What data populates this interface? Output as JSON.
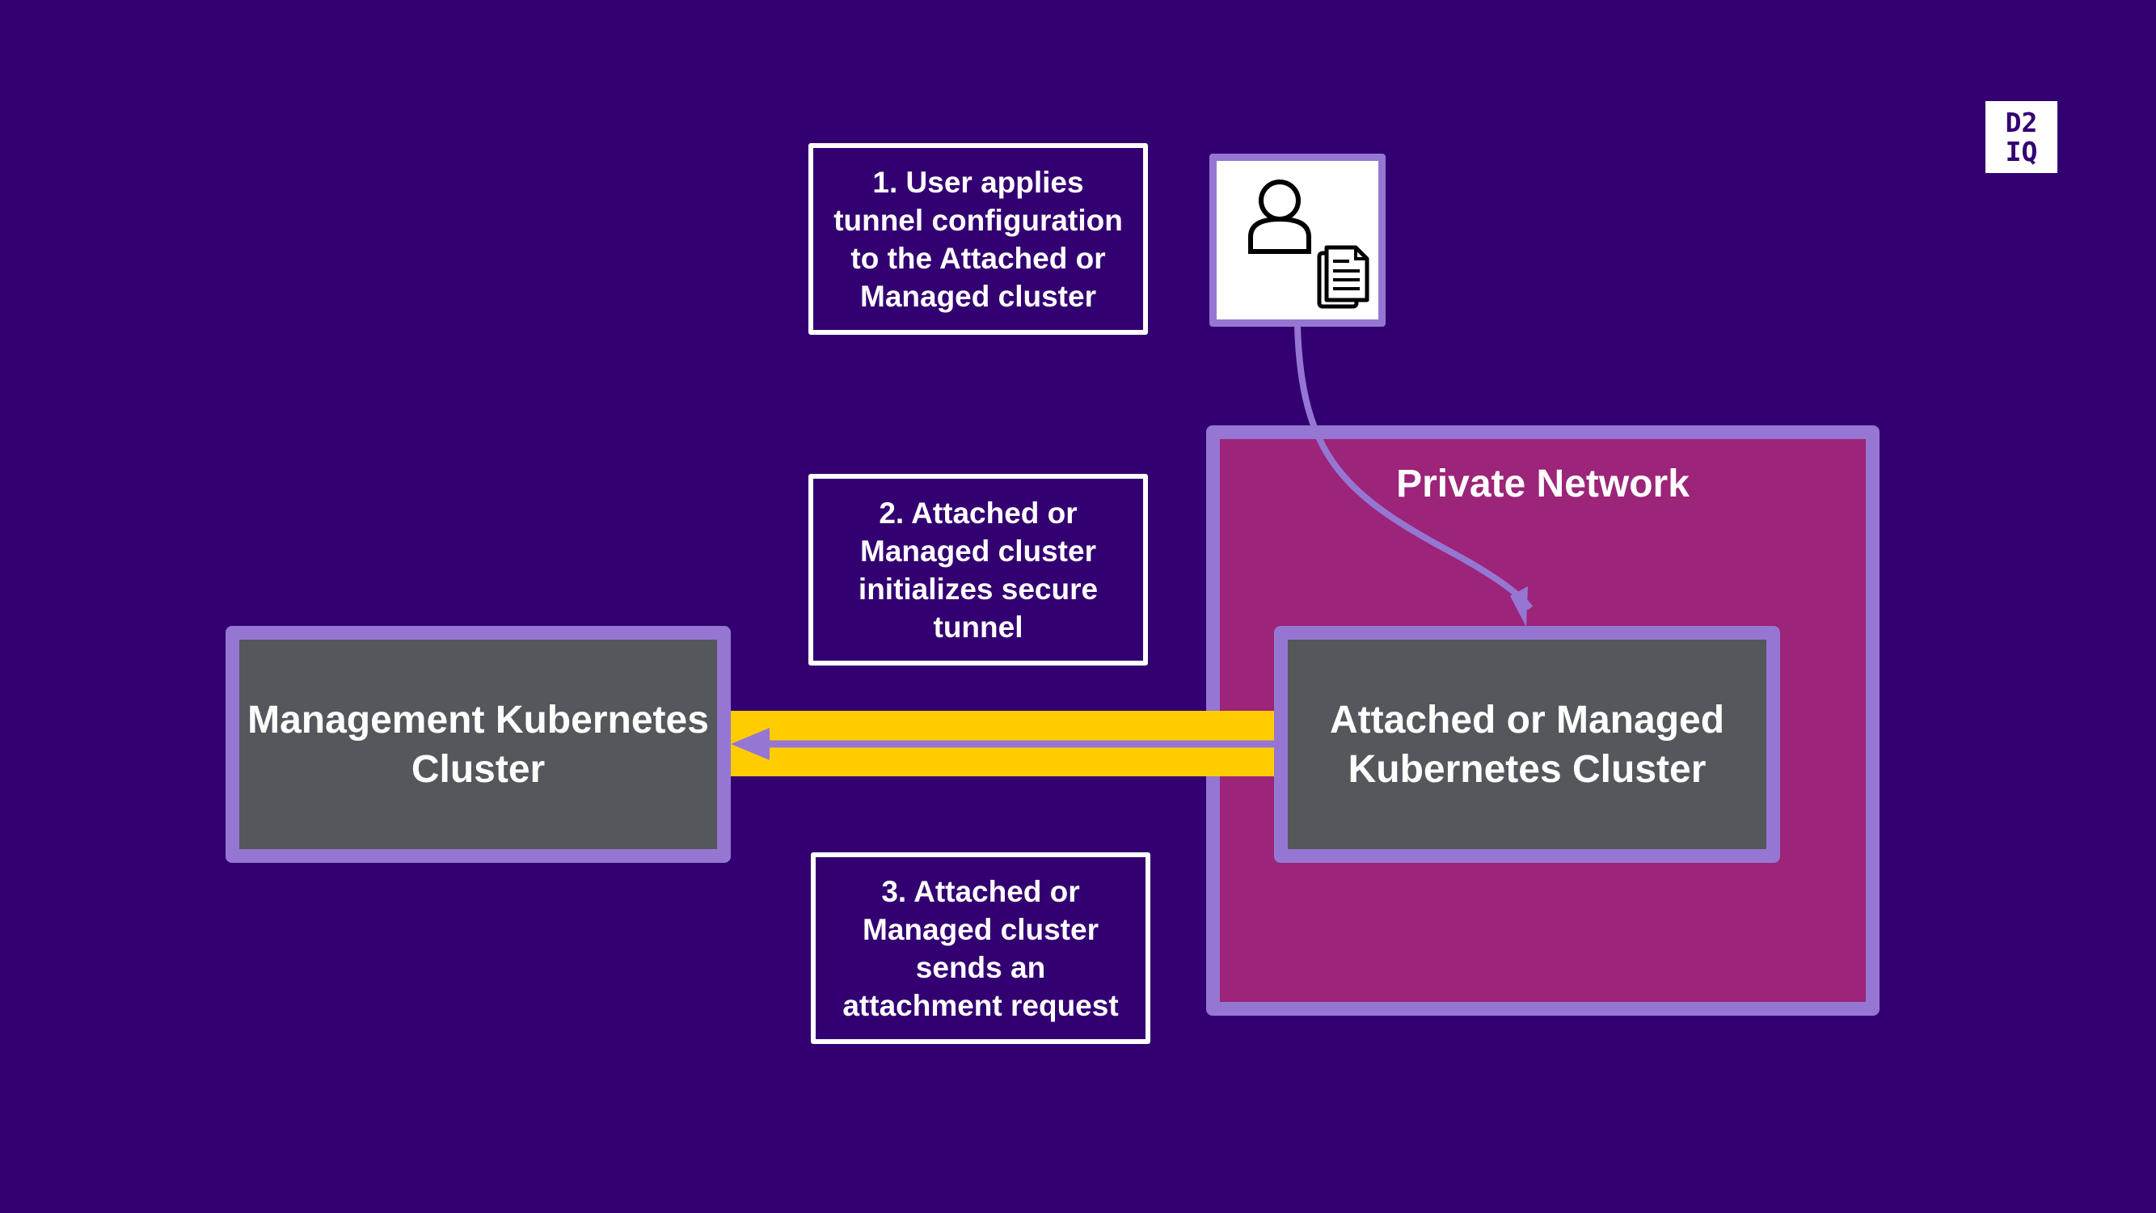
{
  "logo": {
    "line1": "D2",
    "line2": "IQ"
  },
  "steps": [
    {
      "label": "1. User applies tunnel configuration to the Attached or Managed cluster"
    },
    {
      "label": "2. Attached or Managed cluster initializes secure tunnel"
    },
    {
      "label": "3. Attached or Managed cluster sends an attachment request"
    }
  ],
  "management_cluster": {
    "label": "Management Kubernetes Cluster"
  },
  "private_network": {
    "title": "Private Network"
  },
  "attached_cluster": {
    "label": "Attached or Managed Kubernetes Cluster"
  },
  "user_box": {
    "icons": [
      "user-icon",
      "documents-icon"
    ]
  },
  "colors": {
    "background": "#330072",
    "accent_border": "#9577d3",
    "private_network_fill": "#9c2479",
    "cluster_fill": "#54575c",
    "tunnel": "#ffcc00"
  }
}
